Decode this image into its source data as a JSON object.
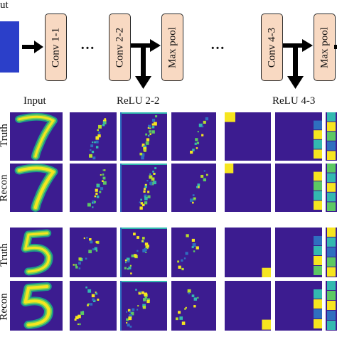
{
  "diagram": {
    "input_label_cut": "ut",
    "blocks": [
      "Conv 1-1",
      "Conv 2-2",
      "Max pool",
      "Conv 4-3",
      "Max pool"
    ],
    "ellipsis": "…",
    "col_headers": {
      "input": "Input",
      "relu22": "ReLU 2-2",
      "relu43": "ReLU 4-3"
    },
    "row_labels": {
      "truth": "Truth",
      "recon": "Recon"
    },
    "digits": [
      "7",
      "5"
    ],
    "colors": {
      "background": "#3c1c90",
      "block_fill": "#f8d9c2",
      "arrow": "#000000",
      "activation_yellow": "#f6e51f",
      "activation_cyan": "#33b9b0",
      "activation_green": "#5cc863"
    }
  }
}
